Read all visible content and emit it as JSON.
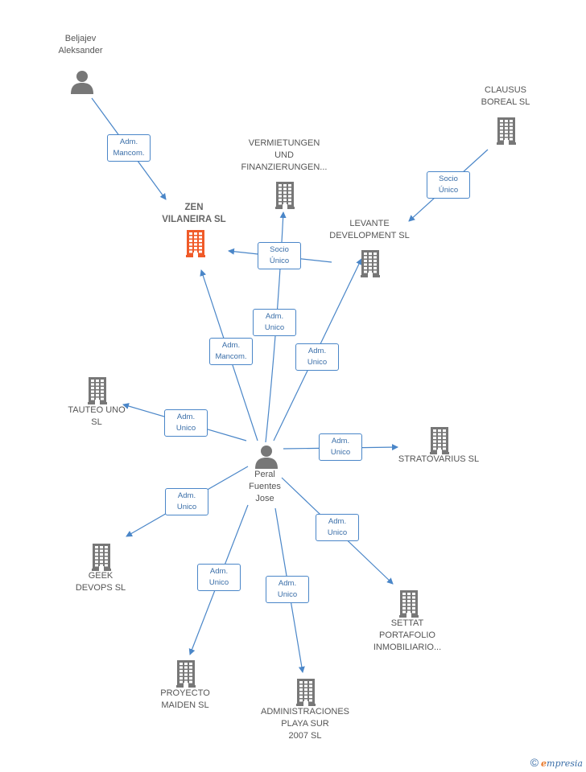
{
  "colors": {
    "edge": "#4a86c8",
    "building": "#777777",
    "highlight": "#f05a28",
    "person": "#777777"
  },
  "nodes": [
    {
      "id": "zen",
      "label": "ZEN\nVILANEIRA  SL",
      "type": "building",
      "highlight": true
    },
    {
      "id": "beljajev",
      "label": "Beljajev\nAleksander",
      "type": "person"
    },
    {
      "id": "vermietungen",
      "label": "VERMIETUNGEN\nUND\nFINANZIERUNGEN...",
      "type": "building"
    },
    {
      "id": "clausus",
      "label": "CLAUSUS\nBOREAL SL",
      "type": "building"
    },
    {
      "id": "levante",
      "label": "LEVANTE\nDEVELOPMENT SL",
      "type": "building"
    },
    {
      "id": "tauteo",
      "label": "TAUTEO UNO\nSL",
      "type": "building"
    },
    {
      "id": "peral",
      "label": "Peral\nFuentes\nJose",
      "type": "person"
    },
    {
      "id": "stratovarius",
      "label": "STRATOVARIUS SL",
      "type": "building"
    },
    {
      "id": "geek",
      "label": "GEEK\nDEVOPS  SL",
      "type": "building"
    },
    {
      "id": "settat",
      "label": "SETTAT\nPORTAFOLIO\nINMOBILIARIO...",
      "type": "building"
    },
    {
      "id": "proyecto",
      "label": "PROYECTO\nMAIDEN  SL",
      "type": "building"
    },
    {
      "id": "administraciones",
      "label": "ADMINISTRACIONES\nPLAYA SUR\n2007  SL",
      "type": "building"
    }
  ],
  "edges": [
    {
      "from": "beljajev",
      "to": "zen",
      "label": "Adm.\nMancom."
    },
    {
      "from": "clausus",
      "to": "levante",
      "label": "Socio\nÚnico"
    },
    {
      "from": "levante",
      "to": "zen",
      "label": "Socio\nÚnico"
    },
    {
      "from": "peral",
      "to": "vermietungen",
      "label": "Adm.\nUnico"
    },
    {
      "from": "peral",
      "to": "zen",
      "label": "Adm.\nMancom."
    },
    {
      "from": "peral",
      "to": "levante",
      "label": "Adm.\nUnico"
    },
    {
      "from": "peral",
      "to": "tauteo",
      "label": "Adm.\nUnico"
    },
    {
      "from": "peral",
      "to": "stratovarius",
      "label": "Adm.\nUnico"
    },
    {
      "from": "peral",
      "to": "geek",
      "label": "Adm.\nUnico"
    },
    {
      "from": "peral",
      "to": "settat",
      "label": "Adm.\nUnico"
    },
    {
      "from": "peral",
      "to": "proyecto",
      "label": "Adm.\nUnico"
    },
    {
      "from": "peral",
      "to": "administraciones",
      "label": "Adm.\nUnico"
    }
  ],
  "footer": {
    "copyright": "©",
    "brand_first": "e",
    "brand_rest": "mpresia"
  }
}
